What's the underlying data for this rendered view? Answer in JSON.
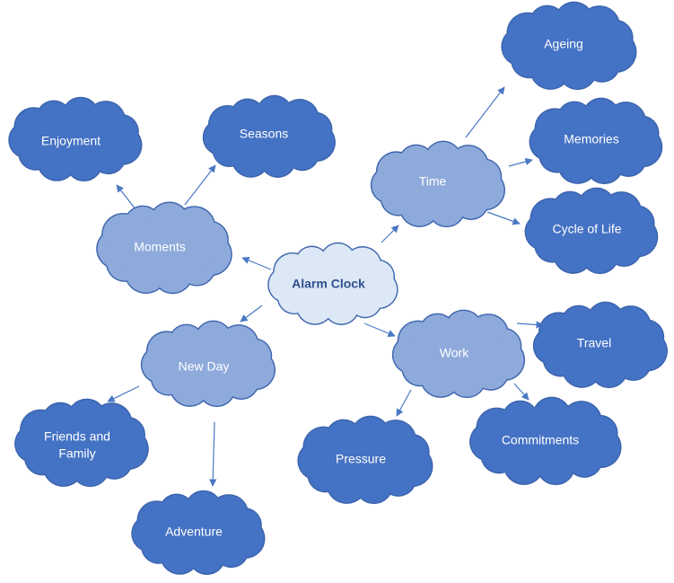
{
  "colors": {
    "center_fill": "#dce8f5",
    "center_text": "#2f4f8f",
    "level1_fill": "#8eaadb",
    "level2_fill": "#4472c4",
    "outline": "#3c64ad",
    "arrow": "#4a78c4",
    "label_light": "#ffffff"
  },
  "nodes": {
    "center": "Alarm Clock",
    "moments": "Moments",
    "enjoyment": "Enjoyment",
    "seasons": "Seasons",
    "time": "Time",
    "ageing": "Ageing",
    "memories": "Memories",
    "cycle_of_life": "Cycle of Life",
    "new_day": "New Day",
    "friends_line1": "Friends and",
    "friends_line2": "Family",
    "adventure": "Adventure",
    "work": "Work",
    "travel": "Travel",
    "commitments": "Commitments",
    "pressure": "Pressure"
  }
}
